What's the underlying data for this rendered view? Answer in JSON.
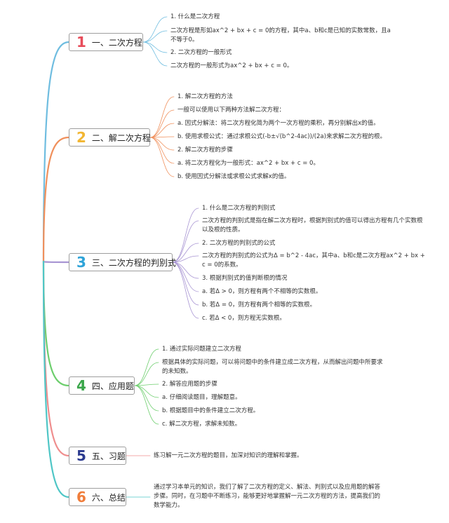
{
  "colors": {
    "s1": "#6fbde0",
    "s2": "#f0905c",
    "s3": "#a895d3",
    "s4": "#6dce6d",
    "s5": "#ef8d8d",
    "s6": "#4fc6c6",
    "num1": "#e74c5a",
    "num2": "#f2b632",
    "num3": "#2ea3d8",
    "num4": "#3aa64a",
    "num5": "#2b3a8f",
    "num6": "#f07d3a"
  },
  "sections": [
    {
      "num": "1",
      "title": "一、二次方程",
      "leaves": [
        "1. 什么是二次方程",
        "二次方程是形如ax^2 + bx + c = 0的方程，其中a、b和c是已知的实数常数，且a不等于0。",
        "2. 二次方程的一般形式",
        "二次方程的一般形式为ax^2 + bx + c = 0。"
      ]
    },
    {
      "num": "2",
      "title": "二、解二次方程",
      "leaves": [
        "1. 解二次方程的方法",
        "一般可以使用以下两种方法解二次方程：",
        "a. 因式分解法：将二次方程化简为两个一次方程的乘积，再分别解出x的值。",
        "b. 使用求根公式：通过求根公式(-b±√(b^2-4ac))/(2a)来求解二次方程的根。",
        "2. 解二次方程的步骤",
        "a. 将二次方程化为一般形式：ax^2 + bx + c = 0。",
        "b. 使用因式分解法或求根公式求解x的值。"
      ]
    },
    {
      "num": "3",
      "title": "三、二次方程的判别式",
      "leaves": [
        "1. 什么是二次方程的判别式",
        "二次方程的判别式是指在解二次方程时，根据判别式的值可以得出方程有几个实数根以及根的性质。",
        "2. 二次方程的判别式的公式",
        "二次方程的判别式的公式为Δ = b^2 - 4ac，其中a、b和c是二次方程ax^2 + bx + c = 0的系数。",
        "3. 根据判别式的值判断根的情况",
        "a. 若Δ > 0，则方程有两个不相等的实数根。",
        "b. 若Δ = 0，则方程有两个相等的实数根。",
        "c. 若Δ < 0，则方程无实数根。"
      ]
    },
    {
      "num": "4",
      "title": "四、应用题",
      "leaves": [
        "1. 通过实际问题建立二次方程",
        "根据具体的实际问题，可以将问题中的条件建立成二次方程，从而解出问题中所要求的未知数。",
        "2. 解答应用题的步骤",
        "a. 仔细阅读题目，理解题意。",
        "b. 根据题目中的条件建立二次方程。",
        "c. 解二次方程，求解未知数。"
      ]
    },
    {
      "num": "5",
      "title": "五、习题",
      "leaves": [
        "练习解一元二次方程的题目，加深对知识的理解和掌握。"
      ]
    },
    {
      "num": "6",
      "title": "六、总结",
      "leaves": [
        "通过学习本单元的知识，我们了解了二次方程的定义、解法、判别式以及应用题的解答步骤。同时，在习题中不断练习，能够更好地掌握解一元二次方程的方法，提高我们的数学能力。"
      ]
    }
  ]
}
